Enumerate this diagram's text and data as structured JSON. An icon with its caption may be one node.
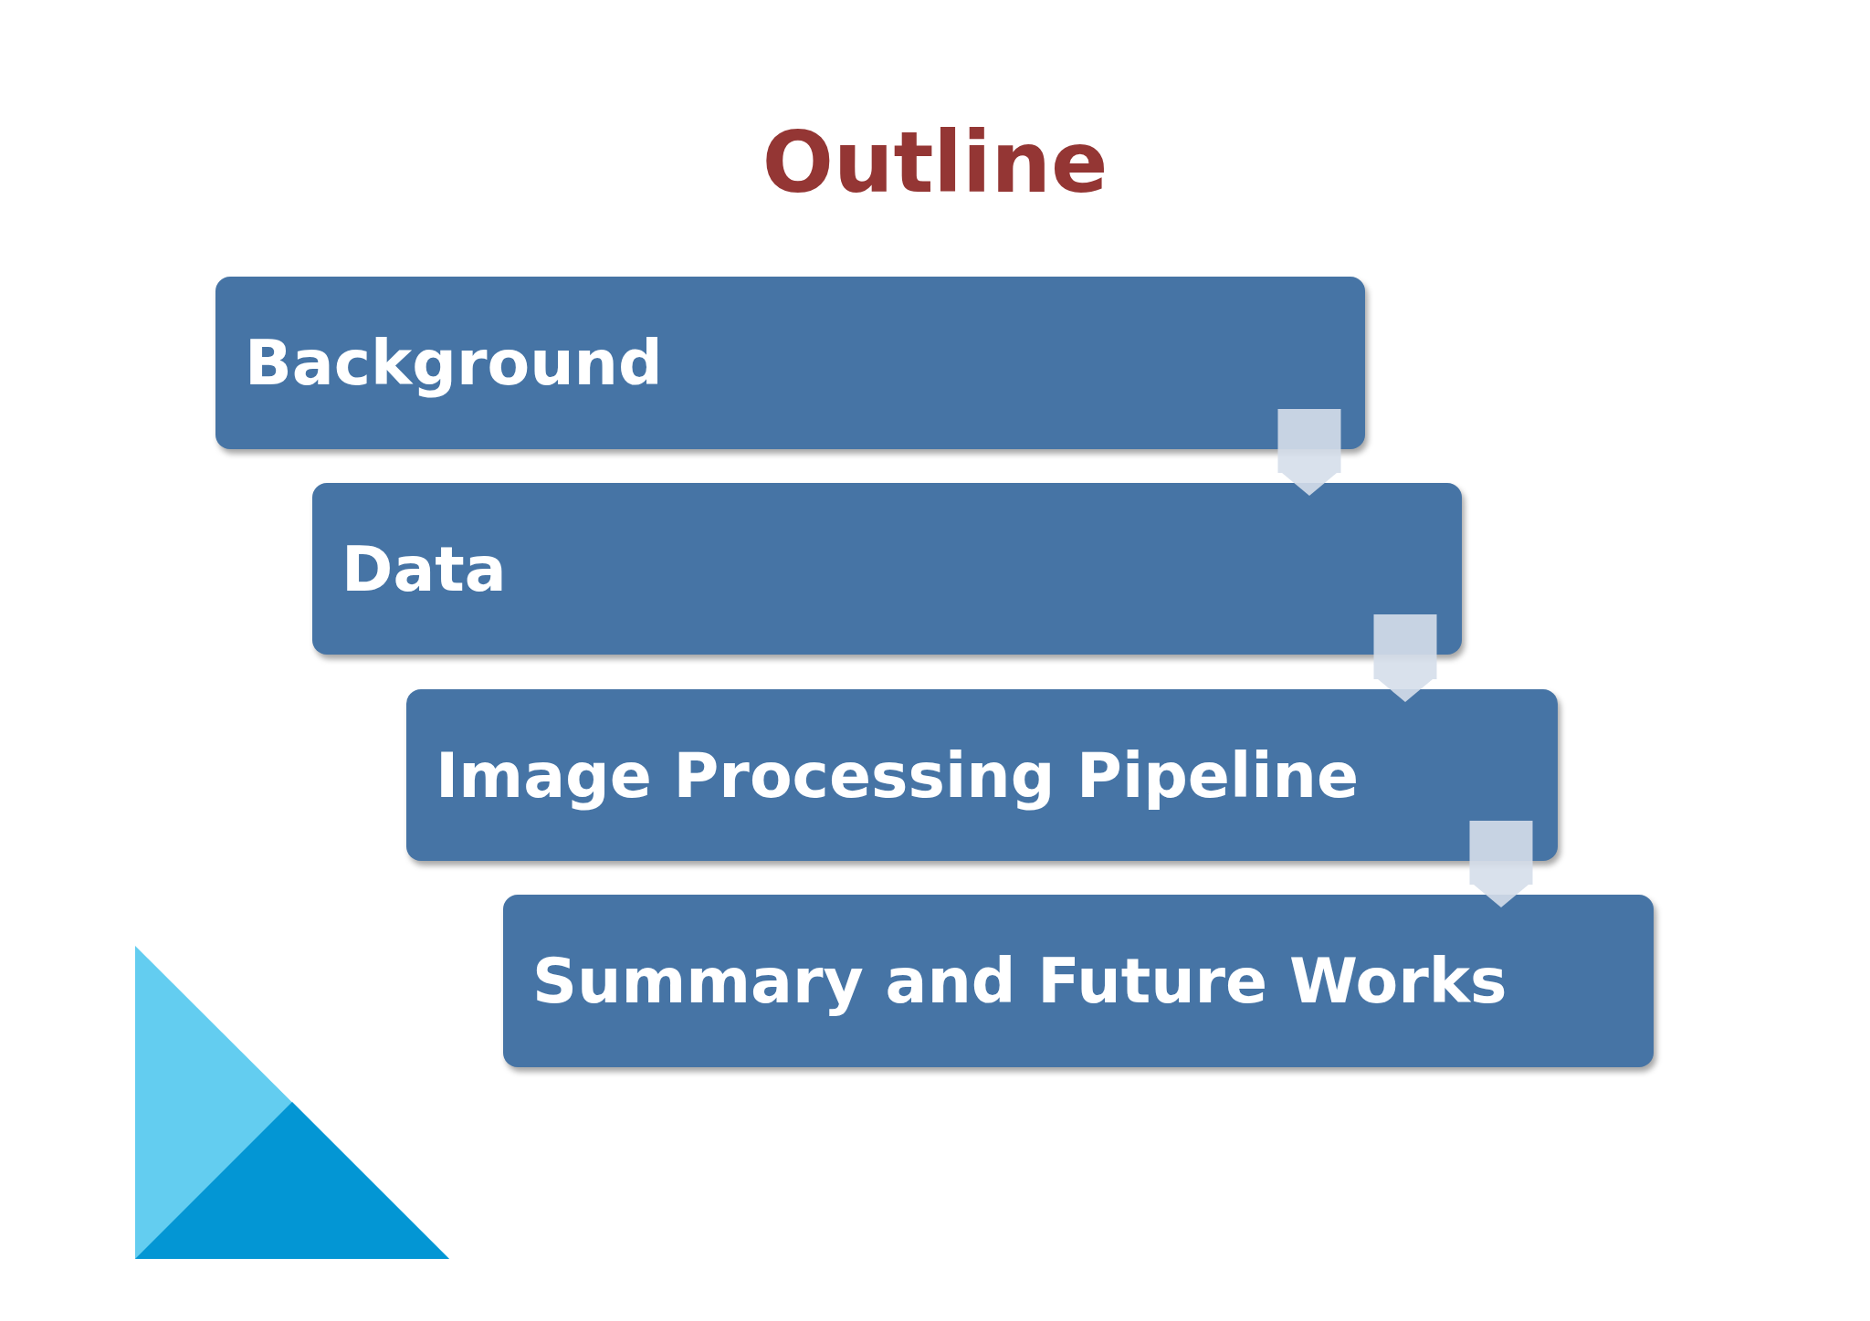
{
  "diagram": {
    "title": "Outline",
    "nodes": [
      {
        "text": [
          "Background"
        ]
      },
      {
        "text": [
          "Data"
        ]
      },
      {
        "text": [
          "Image Processing Pipeline"
        ]
      },
      {
        "text": [
          "Summary and Future Works"
        ]
      }
    ],
    "edges": [
      {
        "from": 0,
        "to": 1,
        "arrow": "to"
      },
      {
        "from": 1,
        "to": 2,
        "arrow": "to"
      },
      {
        "from": 2,
        "to": 3,
        "arrow": "to"
      }
    ]
  }
}
